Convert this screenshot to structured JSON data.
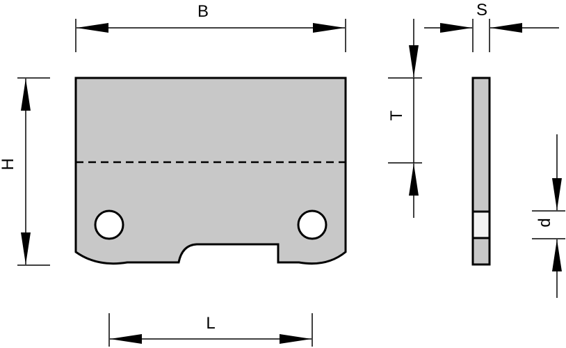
{
  "labels": {
    "B": "B",
    "H": "H",
    "L": "L",
    "S": "S",
    "T": "T",
    "d": "d"
  },
  "colors": {
    "plate": "#c8c8c8",
    "hole": "#ffffff",
    "insert": "#f2f2f2",
    "line": "#000000"
  }
}
